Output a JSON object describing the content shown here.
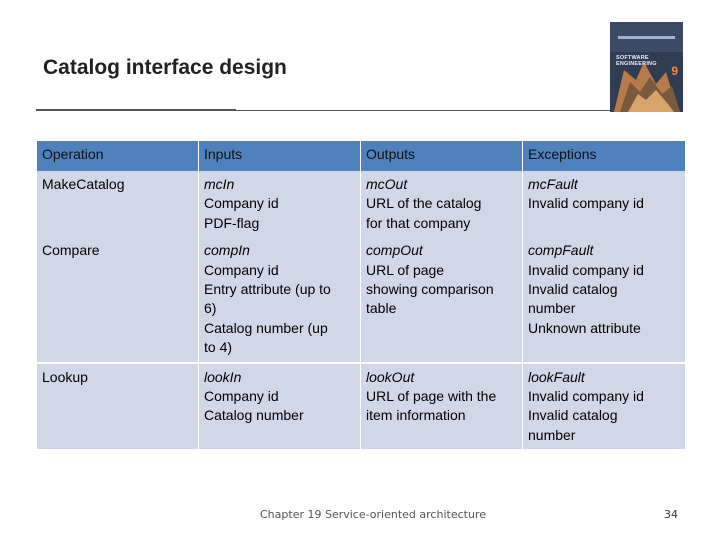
{
  "slide": {
    "title": "Catalog interface design",
    "book_cover_title": "SOFTWARE ENGINEERING",
    "book_cover_edition": "9"
  },
  "table": {
    "headers": [
      "Operation",
      "Inputs",
      "Outputs",
      "Exceptions"
    ],
    "rows": [
      {
        "operation": "MakeCatalog",
        "inputs_title": "mcIn",
        "inputs_lines": [
          "Company id",
          "PDF-flag"
        ],
        "outputs_title": "mcOut",
        "outputs_lines": [
          "URL of the catalog",
          "for that company"
        ],
        "exceptions_title": "mcFault",
        "exceptions_lines": [
          "Invalid company id"
        ]
      },
      {
        "operation": "Compare",
        "inputs_title": "compIn",
        "inputs_lines": [
          "Company id",
          "Entry attribute (up to",
          "6)",
          "Catalog number (up",
          "to 4)"
        ],
        "outputs_title": "compOut",
        "outputs_lines": [
          "URL of page",
          "showing comparison",
          "table"
        ],
        "exceptions_title": "compFault",
        "exceptions_lines": [
          "Invalid company id",
          "Invalid catalog",
          "number",
          "Unknown attribute"
        ]
      },
      {
        "operation": "Lookup",
        "inputs_title": "lookIn",
        "inputs_lines": [
          "Company id",
          "Catalog number"
        ],
        "outputs_title": "lookOut",
        "outputs_lines": [
          "URL of page with the",
          "item information"
        ],
        "exceptions_title": "lookFault",
        "exceptions_lines": [
          "Invalid company id",
          "Invalid catalog",
          "number"
        ]
      }
    ]
  },
  "footer": {
    "text": "Chapter 19 Service-oriented architecture",
    "page_number": "34"
  },
  "colors": {
    "header_fill": "#4f81bd",
    "row_fill": "#d0d8e8"
  }
}
